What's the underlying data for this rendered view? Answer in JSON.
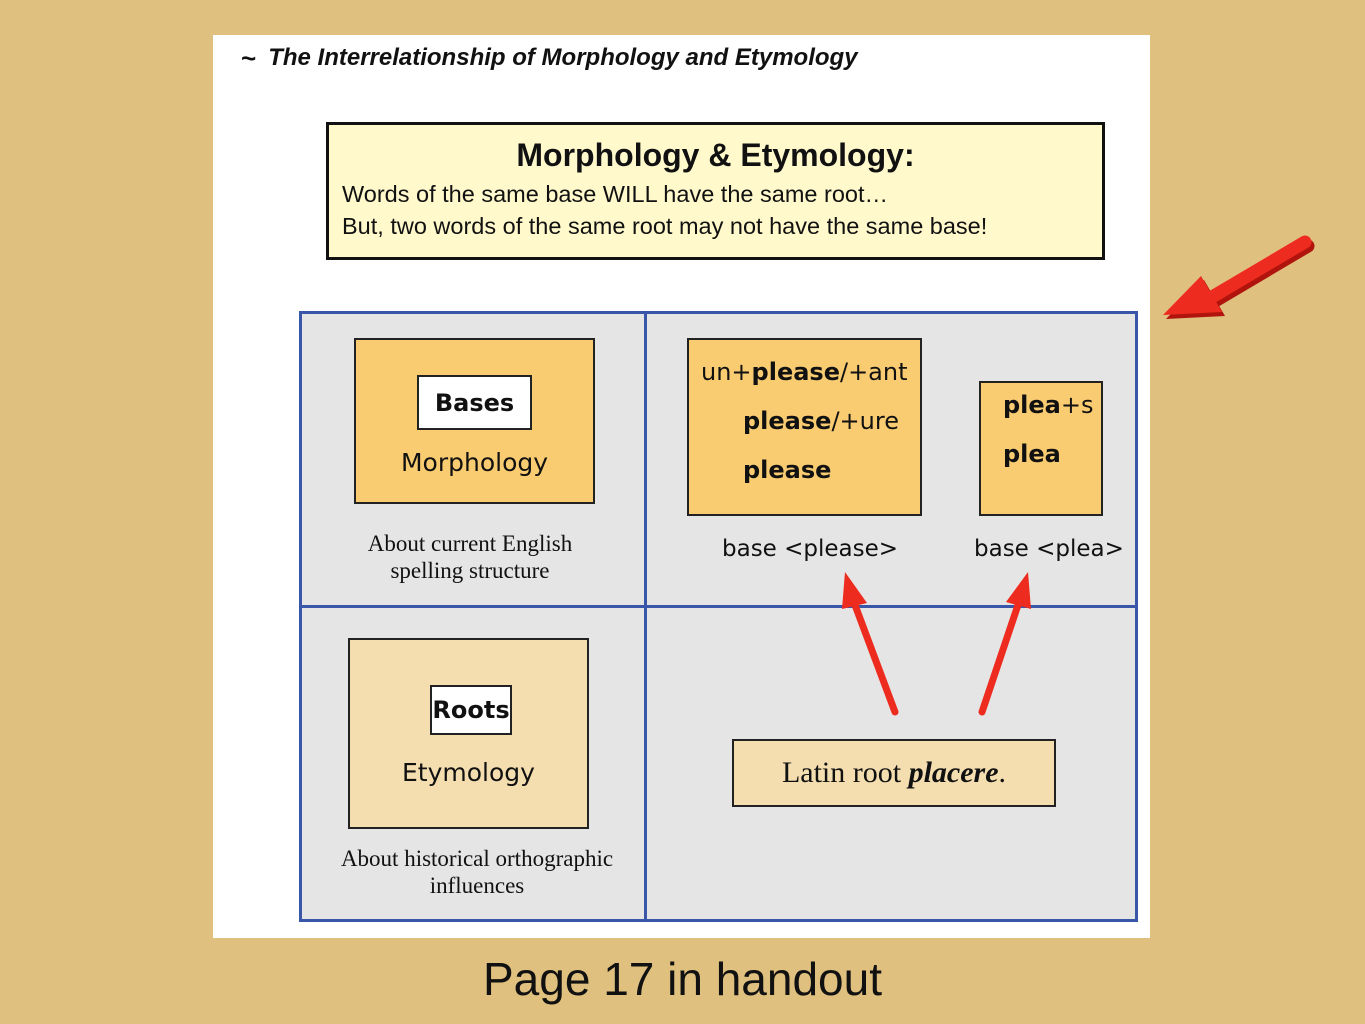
{
  "header": {
    "tilde": "~",
    "title": "The Interrelationship of Morphology and Etymology"
  },
  "summary": {
    "heading": "Morphology & Etymology:",
    "line1": "Words of the same base WILL have the same root…",
    "line2": "But, two words of the same root may not have the same base!"
  },
  "quadrants": {
    "bases": {
      "tag": "Bases",
      "concept": "Morphology",
      "caption_line1": "About current English",
      "caption_line2": "spelling structure"
    },
    "roots": {
      "tag": "Roots",
      "concept": "Etymology",
      "caption_line1": "About historical orthographic",
      "caption_line2": "influences"
    },
    "please_family": {
      "words": [
        {
          "prefix": "un+",
          "base": "please",
          "suffix": "/+ant"
        },
        {
          "prefix": "",
          "base": "please",
          "suffix": "/+ure"
        },
        {
          "prefix": "",
          "base": "please",
          "suffix": ""
        }
      ],
      "label": "base <please>"
    },
    "plea_family": {
      "words": [
        {
          "prefix": "",
          "base": "plea",
          "suffix": "+s"
        },
        {
          "prefix": "",
          "base": "plea",
          "suffix": ""
        }
      ],
      "label": "base <plea>"
    },
    "root": {
      "text": "Latin root ",
      "emphasis": "placere",
      "end": "."
    }
  },
  "footer": "Page 17 in handout",
  "colors": {
    "background": "#dfc07e",
    "grid_border": "#3a56a8",
    "box_orange": "#f9cc71",
    "box_pale": "#f4ddaf",
    "summary_fill": "#fff9cc",
    "arrow": "#ee2b1f"
  }
}
